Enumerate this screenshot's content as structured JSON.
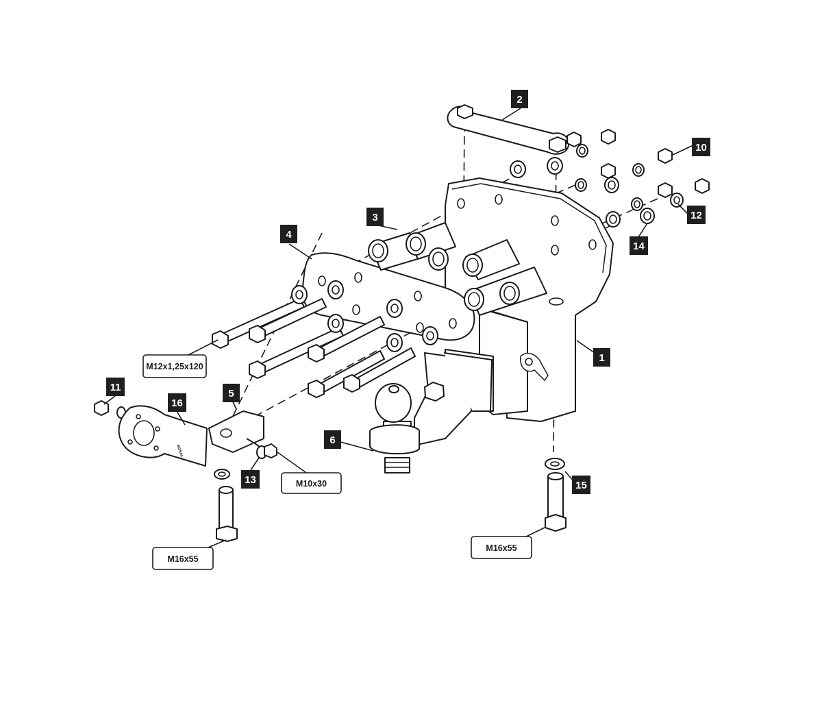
{
  "diagram": {
    "title": "",
    "callouts": [
      {
        "id": "2",
        "text": "2"
      },
      {
        "id": "3",
        "text": "3"
      },
      {
        "id": "4",
        "text": "4"
      },
      {
        "id": "1",
        "text": "1"
      },
      {
        "id": "10",
        "text": "10"
      },
      {
        "id": "12",
        "text": "12"
      },
      {
        "id": "14",
        "text": "14"
      },
      {
        "id": "11",
        "text": "11"
      },
      {
        "id": "16",
        "text": "16"
      },
      {
        "id": "5",
        "text": "5"
      },
      {
        "id": "6",
        "text": "6"
      },
      {
        "id": "13",
        "text": "13"
      },
      {
        "id": "15",
        "text": "15"
      }
    ],
    "bolt_labels": [
      {
        "id": "m12",
        "text": "M12x1,25x120"
      },
      {
        "id": "m10",
        "text": "M10x30"
      },
      {
        "id": "m16-left",
        "text": "M16x55"
      },
      {
        "id": "m16-right",
        "text": "M16x55"
      }
    ],
    "bracket_marking": "BOSAL"
  }
}
